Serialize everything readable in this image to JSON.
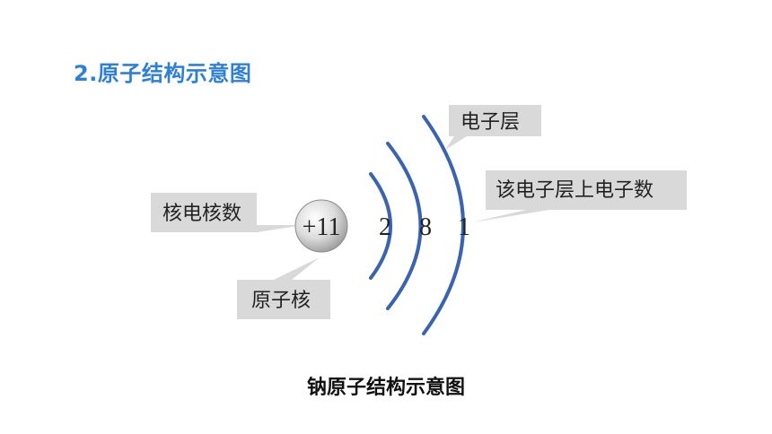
{
  "heading": "2.原子结构示意图",
  "nucleus": {
    "charge_label": "+11"
  },
  "shells": {
    "electrons": [
      "2",
      "8",
      "1"
    ]
  },
  "callouts": {
    "nuclear_charge": "核电核数",
    "nucleus": "原子核",
    "electron_shell": "电子层",
    "shell_electron_count": "该电子层上电子数"
  },
  "caption": "钠原子结构示意图",
  "colors": {
    "heading": "#2e7fd6",
    "shell_arc": "#3a63b0",
    "callout_box": "#d9d9d9"
  }
}
